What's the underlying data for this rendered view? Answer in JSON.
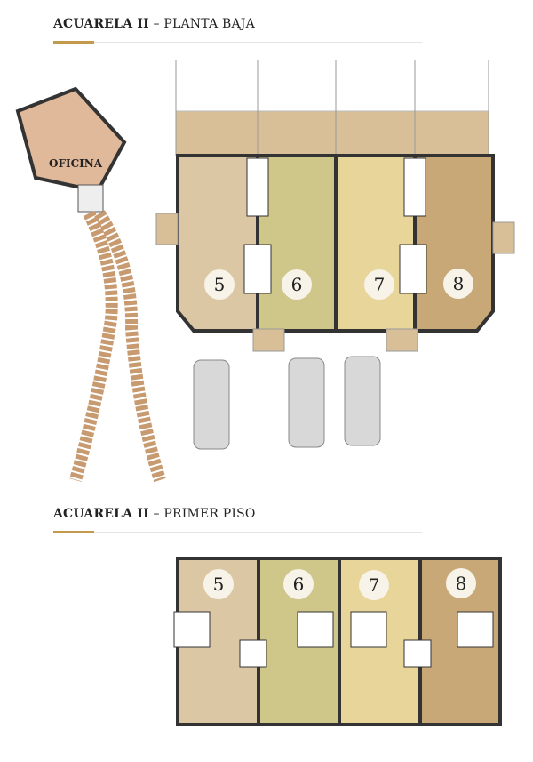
{
  "sections": [
    {
      "title_bold": "ACUARELA II",
      "separator": "–",
      "title_rest": "PLANTA BAJA"
    },
    {
      "title_bold": "ACUARELA II",
      "separator": "–",
      "title_rest": "PRIMER PISO"
    }
  ],
  "office_label": "OFICINA",
  "ground_units": [
    "5",
    "6",
    "7",
    "8"
  ],
  "upper_units": [
    "5",
    "6",
    "7",
    "8"
  ],
  "colors": {
    "accent": "#c39a4c",
    "unit5": "#dcc7a5",
    "unit6": "#cfc68a",
    "unit7": "#e8d59a",
    "unit8": "#c9a878",
    "office": "#e0b89a",
    "patio": "#d9bf98"
  }
}
